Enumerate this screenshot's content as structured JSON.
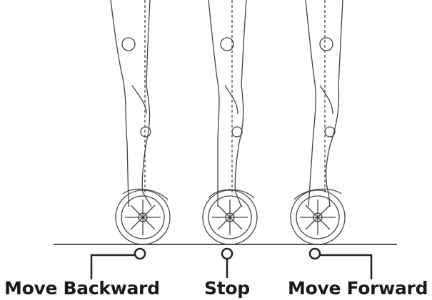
{
  "labels": {
    "backward": "Move Backward",
    "stop": "Stop",
    "forward": "Move Forward"
  },
  "colors": {
    "line": "#333333",
    "text": "#1a1a1a"
  }
}
